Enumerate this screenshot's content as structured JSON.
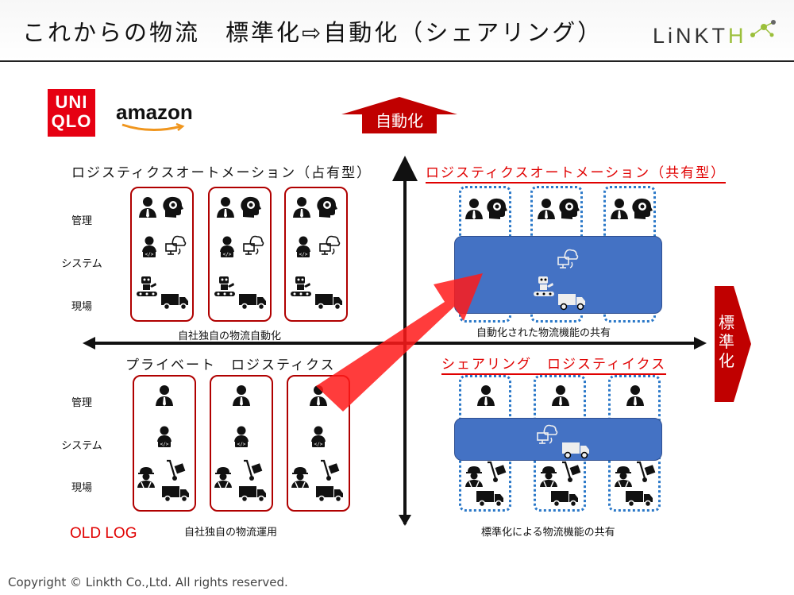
{
  "header": {
    "title": "これからの物流　標準化⇨自動化（シェアリング）",
    "brand_prefix": "LiNKT",
    "brand_suffix": "H"
  },
  "logos": {
    "uniqlo_top": "UNI",
    "uniqlo_bottom": "QLO",
    "amazon": "amazon"
  },
  "axes": {
    "up_label": "自動化",
    "right_label": [
      "標",
      "準",
      "化"
    ]
  },
  "quadrants": {
    "top_left": {
      "title": "ロジスティクスオートメーション（占有型）",
      "caption": "自社独自の物流自動化"
    },
    "top_right": {
      "title": "ロジスティクスオートメーション（共有型）",
      "caption": "自動化された物流機能の共有"
    },
    "bottom_left": {
      "title": "プライベート　ロジスティクス",
      "caption": "自社独自の物流運用"
    },
    "bottom_right": {
      "title": "シェアリング　ロジスティイクス",
      "caption": "標準化による物流機能の共有"
    }
  },
  "row_labels": {
    "top": [
      "管理",
      "システム",
      "現場"
    ],
    "bottom": [
      "管理",
      "システム",
      "現場"
    ]
  },
  "old_log": "OLD LOG",
  "footer": {
    "copyright": "Copyright © Linkth Co.,Ltd. All rights reserved."
  },
  "colors": {
    "accent_red": "#e00000",
    "dark_red": "#b00000",
    "band_blue": "#4472c4",
    "dotted_blue": "#2a78c8",
    "brand_green": "#9bbf3a"
  },
  "icons": [
    "manager-icon",
    "gear-head-icon",
    "developer-icon",
    "cloud-computer-icon",
    "robot-icon",
    "truck-icon",
    "worker-icon",
    "hand-truck-icon"
  ]
}
